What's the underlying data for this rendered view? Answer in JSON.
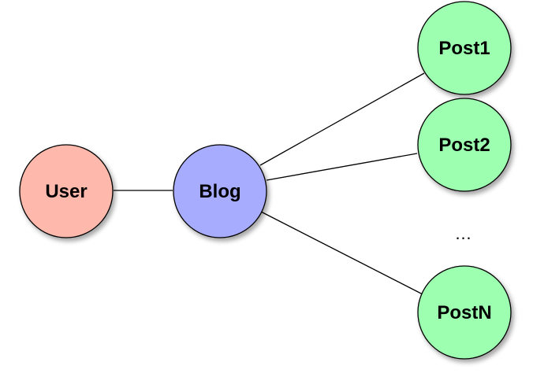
{
  "nodes": {
    "user": {
      "label": "User",
      "color": "#ffb8ac"
    },
    "blog": {
      "label": "Blog",
      "color": "#a8acff"
    },
    "post1": {
      "label": "Post1",
      "color": "#9dffb0"
    },
    "post2": {
      "label": "Post2",
      "color": "#9dffb0"
    },
    "postn": {
      "label": "PostN",
      "color": "#9dffb0"
    }
  },
  "ellipsis": "…",
  "edges": [
    {
      "from": "user",
      "to": "blog"
    },
    {
      "from": "blog",
      "to": "post1"
    },
    {
      "from": "blog",
      "to": "post2"
    },
    {
      "from": "blog",
      "to": "postn"
    }
  ]
}
